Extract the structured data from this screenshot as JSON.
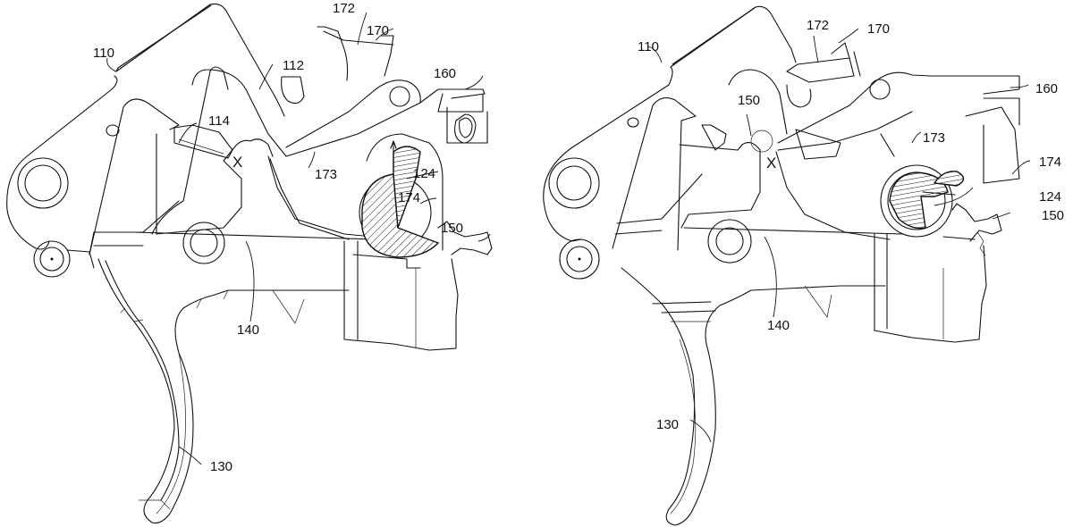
{
  "figures": [
    {
      "id": "left-view",
      "labels": {
        "l110": "110",
        "l112": "112",
        "l114": "114",
        "l172": "172",
        "l170": "170",
        "l160": "160",
        "l173": "173",
        "l124": "124",
        "l174": "174",
        "l150": "150",
        "l140": "140",
        "l130": "130",
        "x": "X"
      }
    },
    {
      "id": "right-view",
      "labels": {
        "l110": "110",
        "l150a": "150",
        "l172": "172",
        "l170": "170",
        "l160": "160",
        "l173": "173",
        "l174": "174",
        "l124": "124",
        "l150b": "150",
        "l140": "140",
        "l130": "130",
        "x": "X"
      }
    }
  ]
}
